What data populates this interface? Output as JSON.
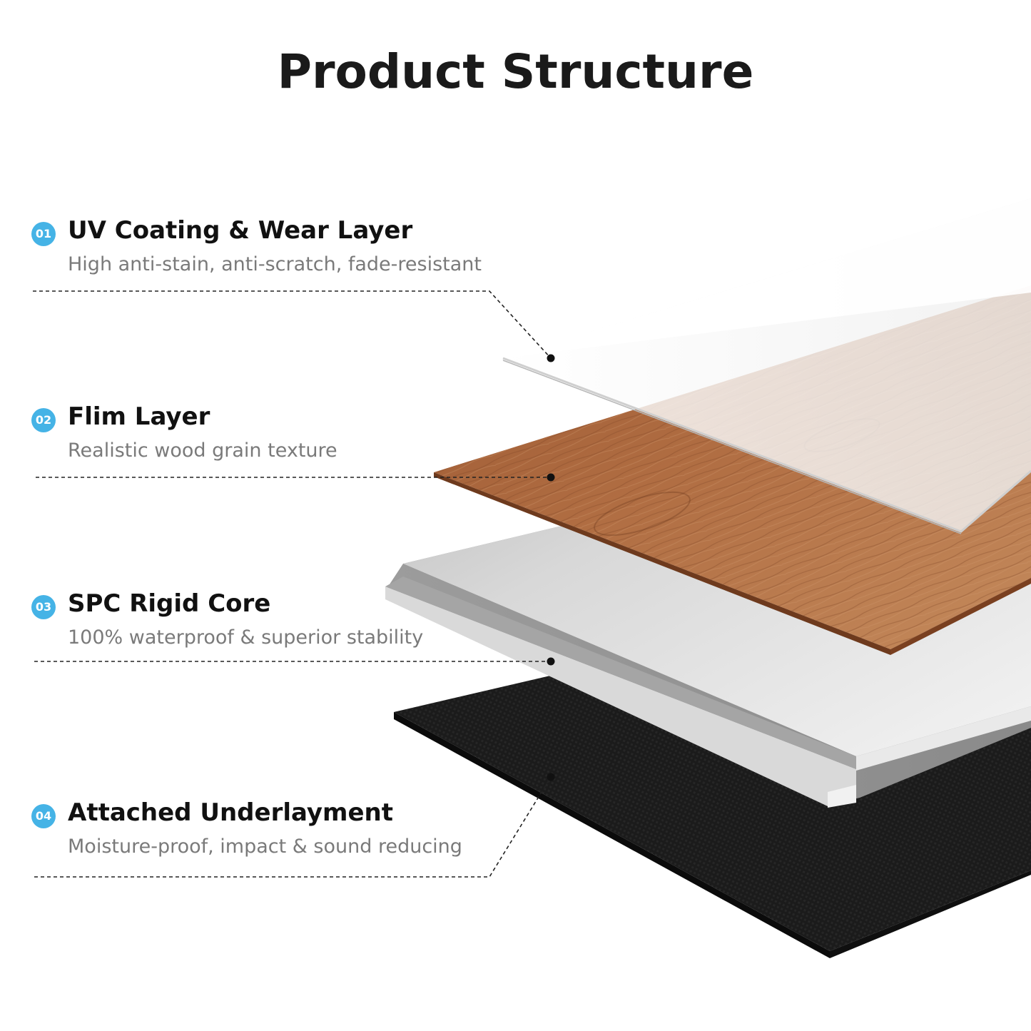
{
  "title": "Product Structure",
  "accent_color": "#45b3e6",
  "layers": [
    {
      "number": "01",
      "name": "UV Coating & Wear Layer",
      "description": "High anti-stain, anti-scratch, fade-resistant",
      "color": "#f4f4f4"
    },
    {
      "number": "02",
      "name": "Flim Layer",
      "description": "Realistic wood grain texture",
      "color": "#a9663d"
    },
    {
      "number": "03",
      "name": "SPC Rigid Core",
      "description": "100% waterproof & superior stability",
      "color": "#bdbdbd"
    },
    {
      "number": "04",
      "name": "Attached Underlayment",
      "description": "Moisture-proof, impact & sound reducing",
      "color": "#1c1c1c"
    }
  ]
}
